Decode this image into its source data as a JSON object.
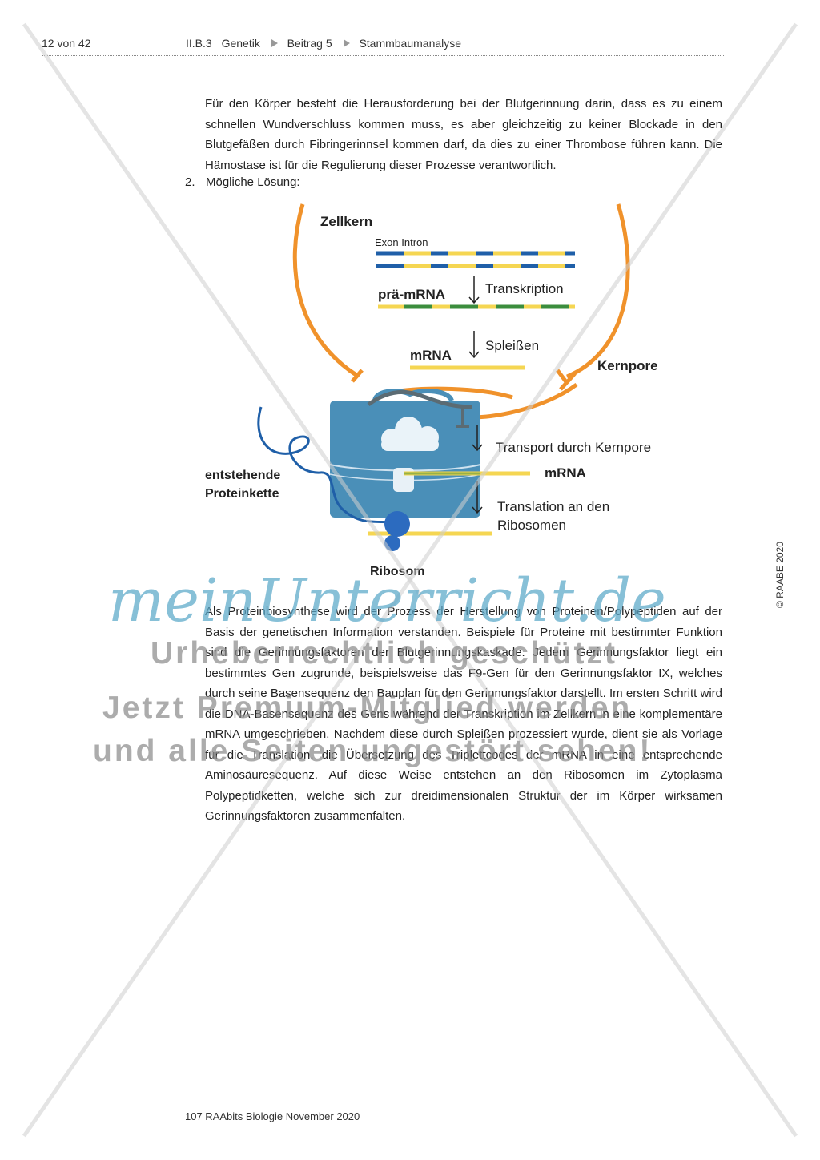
{
  "header": {
    "page_number": "12 von 42",
    "crumbs": [
      "II.B.3",
      "Genetik",
      "Beitrag 5",
      "Stammbaumanalyse"
    ]
  },
  "paragraph1": "Für den Körper besteht die Herausforderung bei der Blutgerinnung darin, dass es zu einem schnellen Wundverschluss kommen muss, es aber gleichzeitig zu keiner Blockade in den Blutgefäßen durch Fibringerinnsel kommen darf, da dies zu einer Thrombose führen kann. Die Hämostase ist für die Regulierung dieser Prozesse verantwortlich.",
  "list_item2": {
    "number": "2.",
    "text": "Mögliche Lösung:"
  },
  "diagram": {
    "labels": {
      "zellkern": "Zellkern",
      "exon_intron": "Exon Intron",
      "pre_mrna": "prä-mRNA",
      "transkription": "Transkription",
      "mrna_top": "mRNA",
      "spleissen": "Spleißen",
      "kernpore": "Kernpore",
      "transport": "Transport durch Kernpore",
      "mrna_bottom": "mRNA",
      "translation_line1": "Translation an den",
      "translation_line2": "Ribosomen",
      "entstehende_line1": "entstehende",
      "entstehende_line2": "Proteinkette",
      "ribosom": "Ribosom"
    },
    "colors": {
      "membrane": "#f0922b",
      "dna_blue": "#1f5fa8",
      "rna_yellow": "#f5d652",
      "intron_green": "#3b8d3d",
      "cell_body": "#4a8fb8",
      "ribosome": "#2c6bbf"
    }
  },
  "paragraph3": "Als Proteinbiosynthese wird der Prozess der Herstellung von Proteinen/Polypeptiden auf der Basis der genetischen Information verstanden. Beispiele für Proteine mit bestimmter Funktion sind die Gerinnungsfaktoren der Blutgerinnungskaskade. Jedem Gerinnungsfaktor liegt ein bestimmtes Gen zugrunde, beispielsweise das F9-Gen für den Gerinnungsfaktor IX, welches durch seine Basensequenz den Bauplan für den Gerinnungsfaktor darstellt. Im ersten Schritt wird die DNA-Basensequenz des Gens während der Transkription im Zellkern in eine komplementäre mRNA umgeschrieben. Nachdem diese durch Spleißen prozessiert wurde, dient sie als Vorlage für die Translation, die Übersetzung des Triplettcodes der mRNA in eine entsprechende Aminosäuresequenz. Auf diese Weise entstehen an den Ribosomen im Zytoplasma Polypeptidketten, welche sich zur dreidimensionalen Struktur der im Körper wirksamen Gerinnungsfaktoren zusammenfalten.",
  "side_note": "© RAABE 2020",
  "footer": "107 RAAbits Biologie November 2020",
  "watermark": {
    "logo": "meinUnterricht.de",
    "line1": "Urheberrechtlich geschützt",
    "line2": "Jetzt Premium-Mitglied werden",
    "line3": "und alle Seiten ungestört sehen!"
  }
}
